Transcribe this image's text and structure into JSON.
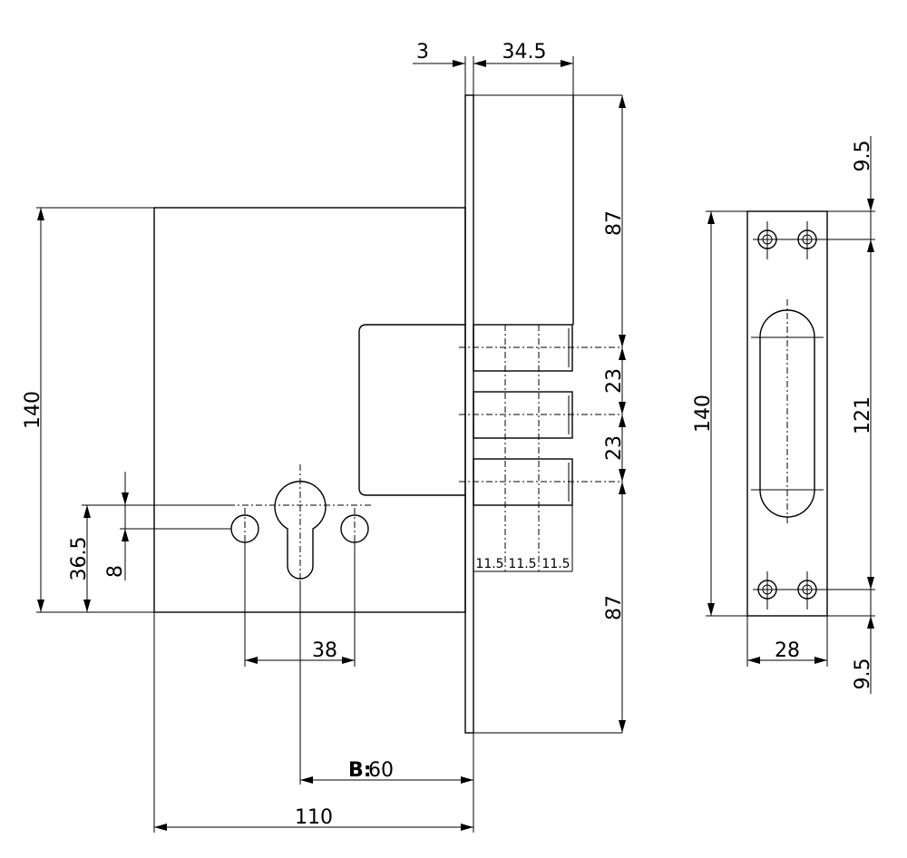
{
  "dimensions": {
    "faceplate_thickness": "3",
    "case_depth_top": "34.5",
    "top_to_bolt": "87",
    "bolt_spacing_1": "23",
    "bolt_spacing_2": "23",
    "bottom_to_bolt": "87",
    "bolt_width_1": "11.5",
    "bolt_width_2": "11.5",
    "bolt_width_3": "11.5",
    "case_height": "140",
    "cylinder_height": "36.5",
    "pin_offset": "8",
    "screw_spacing": "38",
    "backset_label": "B:",
    "backset_value": "60",
    "case_width": "110",
    "strike_height": "140",
    "strike_top_margin": "9.5",
    "strike_hole_spacing": "121",
    "strike_width": "28",
    "strike_bottom_margin": "9.5"
  }
}
